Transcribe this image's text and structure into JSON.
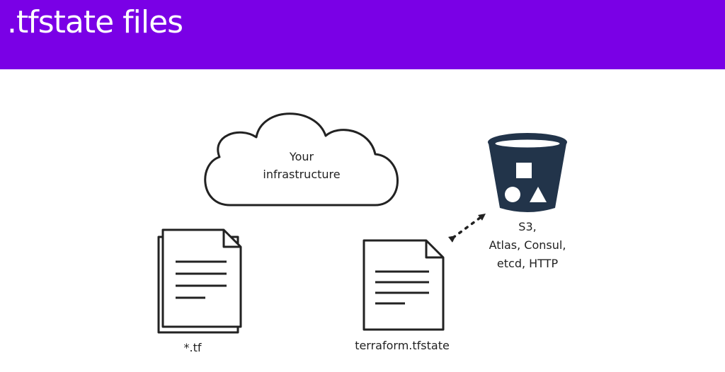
{
  "header": {
    "title": ".tfstate files",
    "background": "#7a00e6"
  },
  "diagram": {
    "cloud": {
      "icon": "cloud-icon",
      "line1": "Your",
      "line2": "infrastructure"
    },
    "tf_files": {
      "icon": "stacked-documents-icon",
      "label": "*.tf"
    },
    "state_file": {
      "icon": "document-icon",
      "label": "terraform.tfstate"
    },
    "backend": {
      "icon": "bucket-icon",
      "line1": "S3,",
      "line2": "Atlas, Consul,",
      "line3": "etcd, HTTP",
      "color": "#22344a"
    },
    "connector": {
      "icon": "dotted-arrow-icon"
    }
  }
}
